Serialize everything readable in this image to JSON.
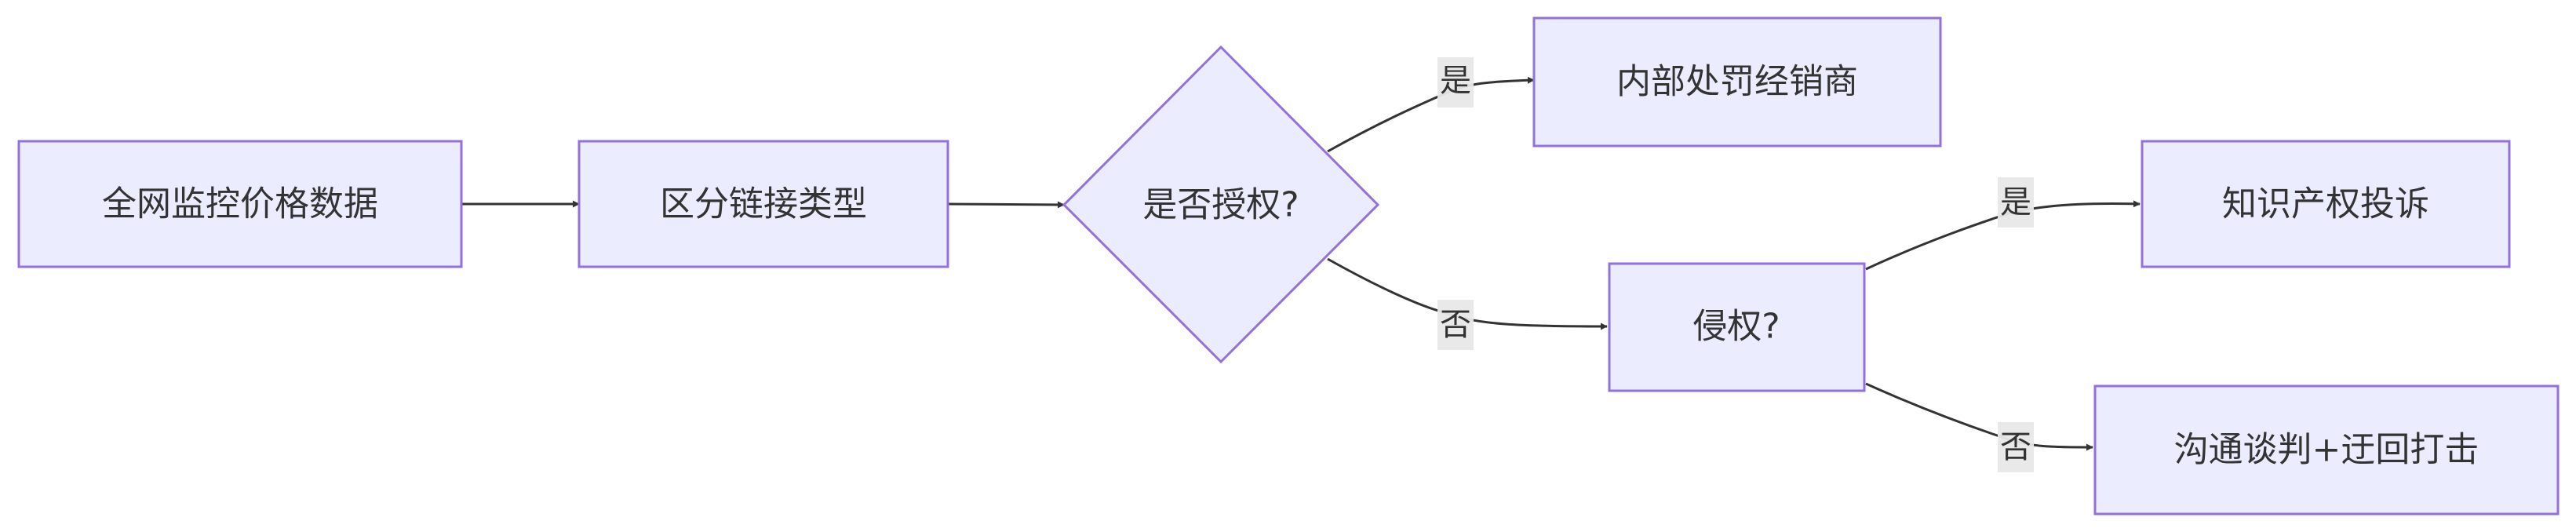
{
  "diagram": {
    "nodes": {
      "monitor": {
        "label": "全网监控价格数据",
        "shape": "rect"
      },
      "classify": {
        "label": "区分链接类型",
        "shape": "rect"
      },
      "authorized": {
        "label": "是否授权?",
        "shape": "diamond"
      },
      "penalty": {
        "label": "内部处罚经销商",
        "shape": "rect"
      },
      "infringe": {
        "label": "侵权?",
        "shape": "rect"
      },
      "ip_complaint": {
        "label": "知识产权投诉",
        "shape": "rect"
      },
      "negotiate": {
        "label": "沟通谈判+迂回打击",
        "shape": "rect"
      }
    },
    "edges": {
      "monitor_classify": {
        "from": "monitor",
        "to": "classify",
        "label": ""
      },
      "classify_authorized": {
        "from": "classify",
        "to": "authorized",
        "label": ""
      },
      "authorized_penalty": {
        "from": "authorized",
        "to": "penalty",
        "label": "是"
      },
      "authorized_infringe": {
        "from": "authorized",
        "to": "infringe",
        "label": "否"
      },
      "infringe_ip": {
        "from": "infringe",
        "to": "ip_complaint",
        "label": "是"
      },
      "infringe_negotiate": {
        "from": "infringe",
        "to": "negotiate",
        "label": "否"
      }
    },
    "colors": {
      "node_fill": "#ECECFF",
      "node_stroke": "#9370DB",
      "edge": "#333333",
      "text": "#333333",
      "edge_label_bg": "#e8e8e8"
    }
  }
}
